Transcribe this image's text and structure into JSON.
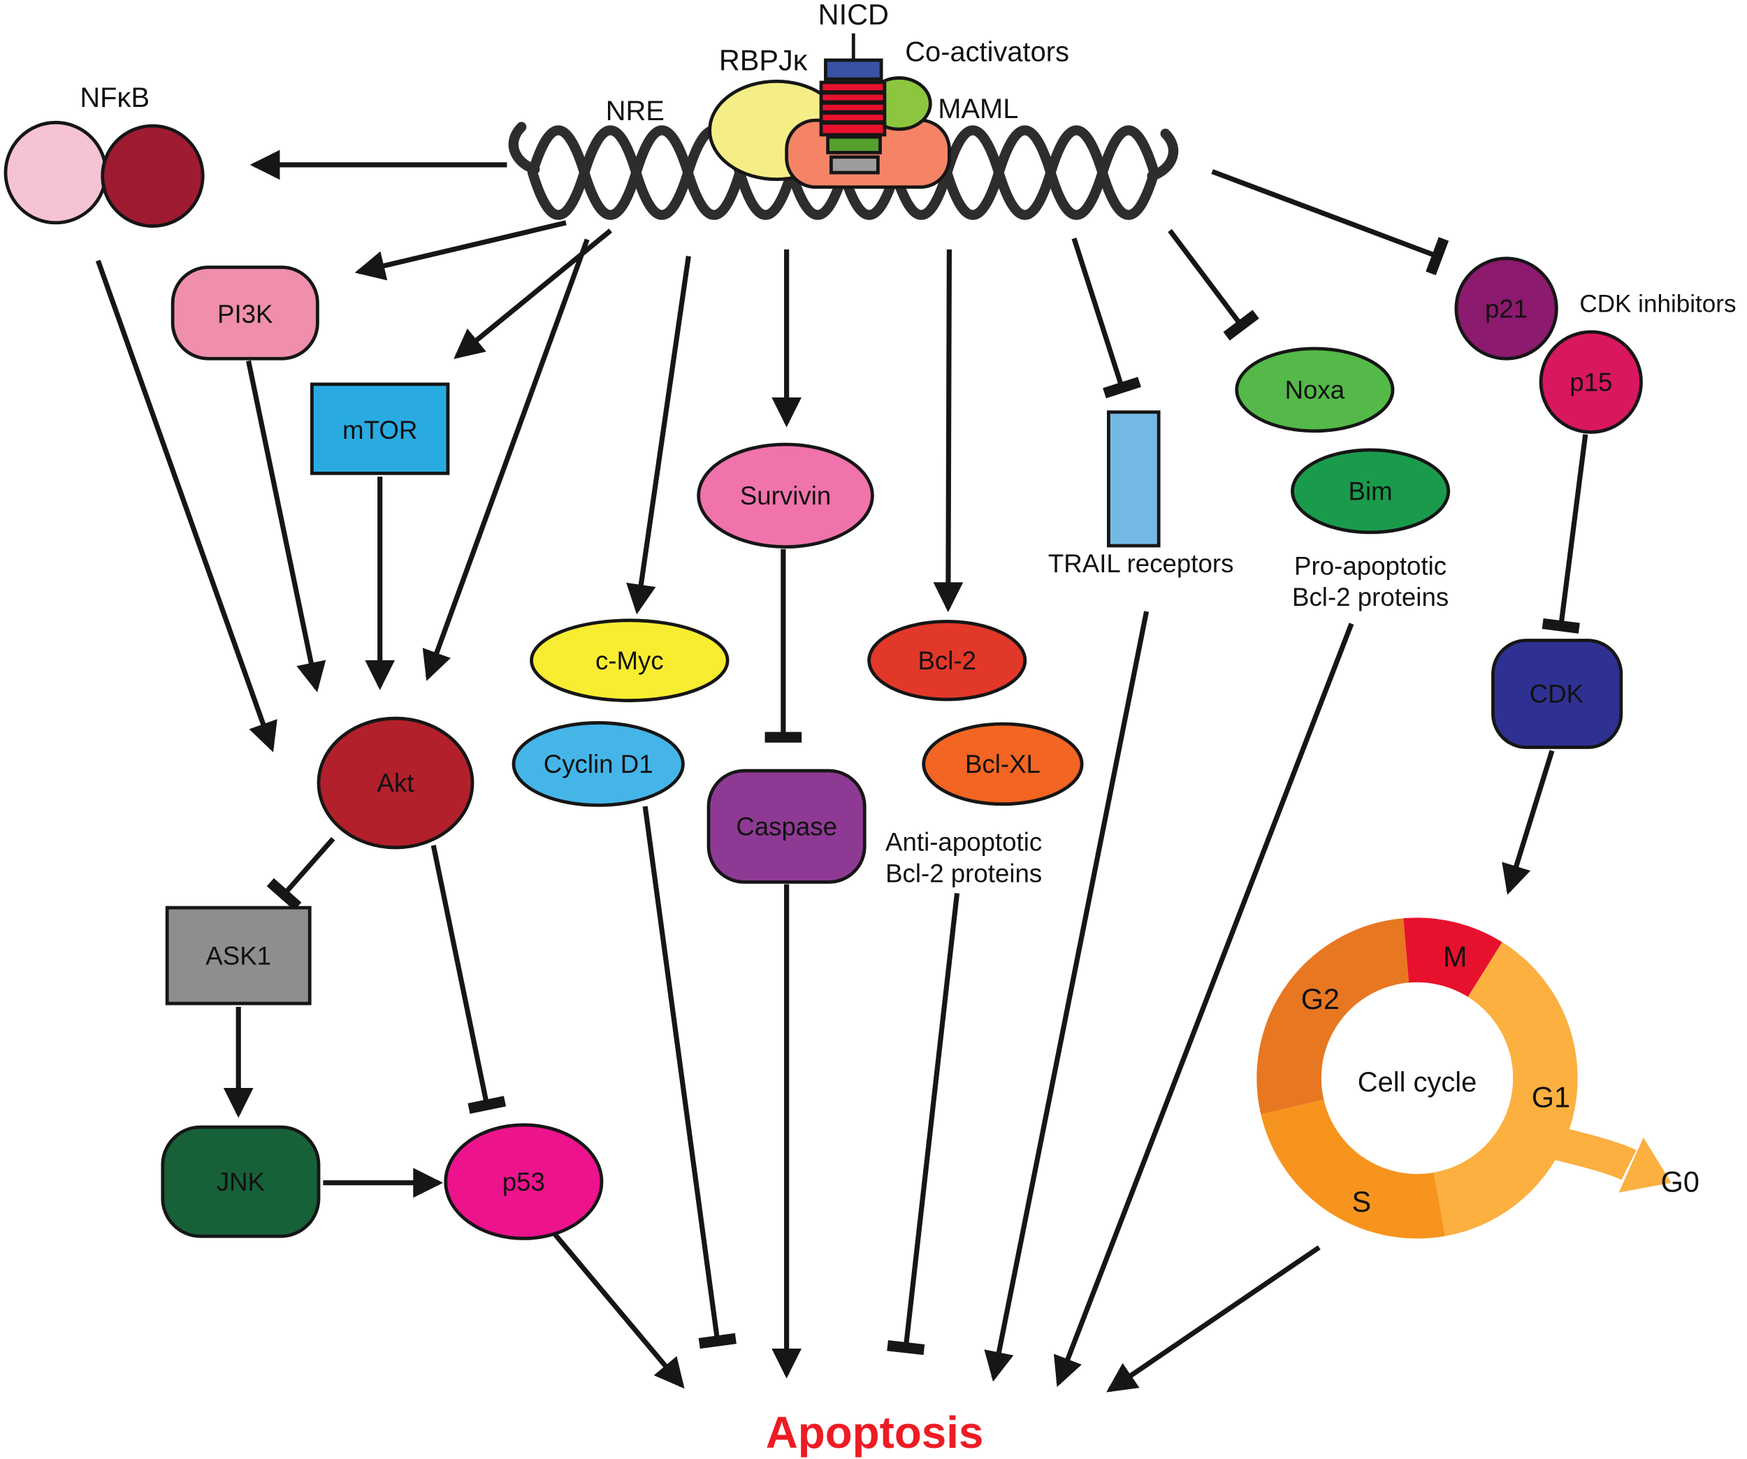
{
  "labels": {
    "nicd": "NICD",
    "rbpjk": "RBPJκ",
    "co_activators": "Co-activators",
    "nre": "NRE",
    "maml": "MAML",
    "nfkb": "NFκB",
    "pi3k": "PI3K",
    "mtor": "mTOR",
    "survivin": "Survivin",
    "c_myc": "c-Myc",
    "cyclin_d1": "Cyclin D1",
    "bcl2": "Bcl-2",
    "bcl_xl": "Bcl-XL",
    "anti_apoptotic_line1": "Anti-apoptotic",
    "anti_apoptotic_line2": "Bcl-2 proteins",
    "caspase": "Caspase",
    "trail_receptors": "TRAIL receptors",
    "noxa": "Noxa",
    "bim": "Bim",
    "pro_apoptotic_line1": "Pro-apoptotic",
    "pro_apoptotic_line2": "Bcl-2 proteins",
    "p21": "p21",
    "cdk_inhibitors": "CDK inhibitors",
    "p15": "p15",
    "cdk": "CDK",
    "akt": "Akt",
    "ask1": "ASK1",
    "jnk": "JNK",
    "p53": "p53",
    "apoptosis": "Apoptosis"
  },
  "cell_cycle": {
    "title": "Cell cycle",
    "m": "M",
    "g2": "G2",
    "s": "S",
    "g1": "G1",
    "g0": "G0"
  },
  "colors": {
    "outline": "#161616",
    "dna": "#2d2d2d",
    "nfkb_subunit_light": "#f6c3d5",
    "nfkb_subunit_dark": "#9e1b32",
    "pi3k": "#ef8fac",
    "mtor": "#29abe2",
    "survivin": "#f173ac",
    "c_myc": "#f9ed32",
    "cyclin_d1": "#45b5e8",
    "bcl2": "#e2382a",
    "bcl_xl": "#f26522",
    "caspase": "#8e3a94",
    "trail_receptors": "#74b9e6",
    "noxa": "#54b948",
    "bim": "#1a9b4c",
    "p21": "#8c1a6e",
    "p15": "#d9175e",
    "cdk": "#2e3192",
    "akt": "#b2202b",
    "ask1": "#8e8e8e",
    "jnk": "#176138",
    "p53": "#ec138d",
    "rbpjk": "#f5ee86",
    "maml": "#f58466",
    "co_activators": "#8cc63f",
    "nicd_blue": "#3953a4",
    "nicd_red": "#e8112d",
    "nicd_green": "#56a02e",
    "nicd_gray": "#9d9d9d",
    "cycle_m": "#e8112d",
    "cycle_g2": "#e87722",
    "cycle_s": "#f7941d",
    "cycle_g1": "#fbb040",
    "apoptosis_text": "#ed1c24"
  }
}
